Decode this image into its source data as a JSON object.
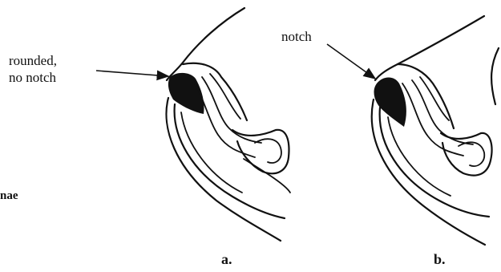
{
  "labels": {
    "rounded_line1": "rounded,",
    "rounded_line2": "no notch",
    "notch": "notch",
    "panel_a": "a.",
    "panel_b": "b.",
    "cut_off_left": "nae"
  }
}
